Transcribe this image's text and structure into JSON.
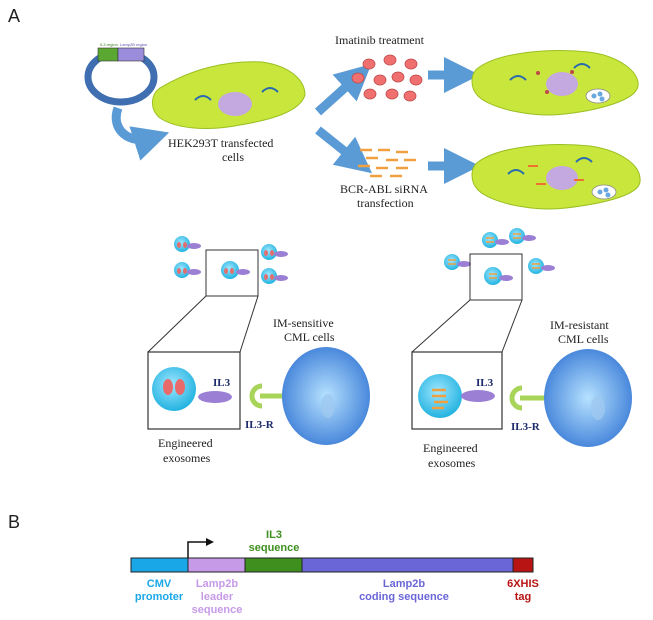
{
  "panel_a": {
    "label": "A",
    "plasmid": {
      "region1": "IL3 region",
      "region2": "Lamp2B region"
    },
    "transfected_cells": {
      "line1": "HEK293T transfected",
      "line2": "cells"
    },
    "imatinib": "Imatinib treatment",
    "sirna": {
      "line1": "BCR-ABL siRNA",
      "line2": "transfection"
    },
    "im_sensitive": {
      "line1": "IM-sensitive",
      "line2": "CML cells"
    },
    "im_resistant": {
      "line1": "IM-resistant",
      "line2": "CML cells"
    },
    "left_zoom": {
      "il3": "IL3",
      "il3r": "IL3-R",
      "exosomes": {
        "line1": "Engineered",
        "line2": "exosomes"
      }
    },
    "right_zoom": {
      "il3": "IL3",
      "il3r": "IL3-R",
      "exosomes": {
        "line1": "Engineered",
        "line2": "exosomes"
      }
    }
  },
  "panel_b": {
    "label": "B",
    "segments": [
      {
        "label": "CMV\npromoter",
        "color": "#1aa7e8",
        "text_color": "#1aa7e8"
      },
      {
        "label": "Lamp2b\nleader\nsequence",
        "color": "#c79ae8",
        "text_color": "#c79ae8"
      },
      {
        "label": "IL3\nsequence",
        "color": "#3f8f1f",
        "text_color": "#3f8f1f"
      },
      {
        "label": "Lamp2b\ncoding sequence",
        "color": "#6b66d8",
        "text_color": "#6b66d8"
      },
      {
        "label": "6XHIS\ntag",
        "color": "#b81414",
        "text_color": "#b81414"
      }
    ],
    "segment_lengths": [
      1,
      1,
      1,
      3.7,
      0.35
    ],
    "labels": {
      "cmv1": "CMV",
      "cmv2": "promoter",
      "lamp1": "Lamp2b",
      "lamp2": "leader",
      "lamp3": "sequence",
      "il31": "IL3",
      "il32": "sequence",
      "coding1": "Lamp2b",
      "coding2": "coding sequence",
      "his1": "6XHIS",
      "his2": "tag"
    }
  },
  "colors": {
    "cell_green": "#c8e63c",
    "nucleus": "#c4a8e0",
    "arrow_blue": "#5b9bd5",
    "exosome": "#3cc4e8",
    "il3_purple": "#9b7fd4",
    "target_cell": "#4a86d8",
    "red_drug": "#f07070",
    "sirna_orange": "#f0a040",
    "receptor_green": "#a8d45a"
  }
}
